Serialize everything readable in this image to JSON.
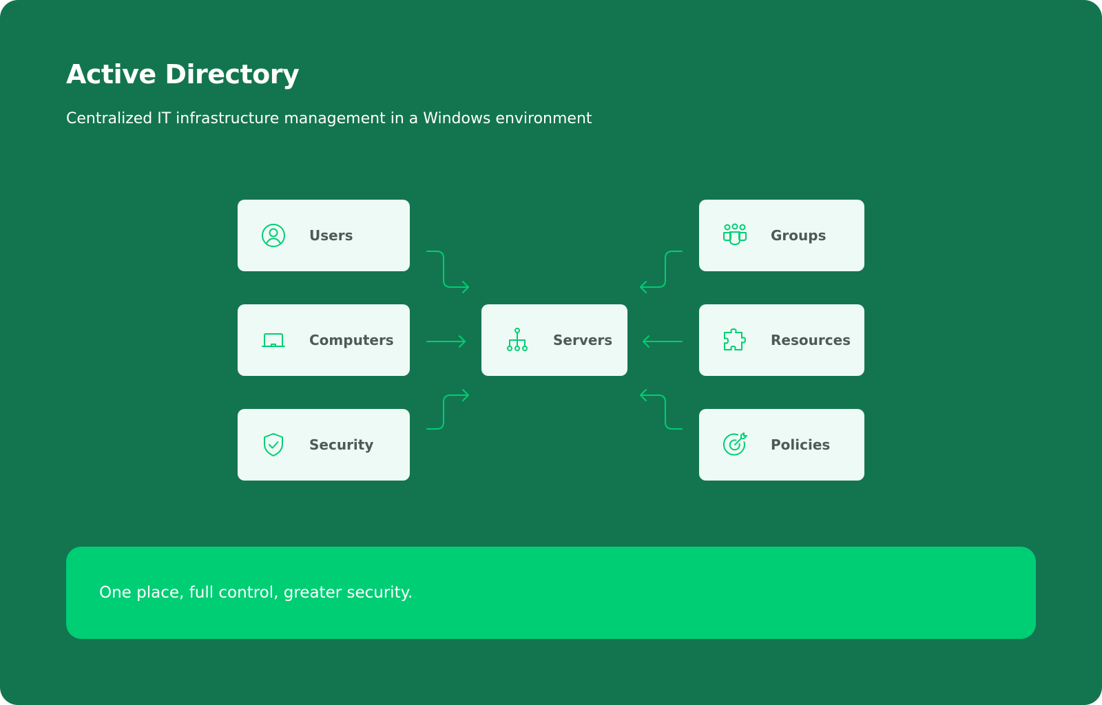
{
  "title": "Active Directory",
  "subtitle": "Centralized IT infrastructure management in a Windows environment",
  "colors": {
    "background": "#13754F",
    "card": "#EEFAF5",
    "accent": "#00CE74",
    "label_text": "#4E5A56"
  },
  "nodes": {
    "users": {
      "label": "Users",
      "icon": "user-circle-icon"
    },
    "computers": {
      "label": "Computers",
      "icon": "laptop-icon"
    },
    "security": {
      "label": "Security",
      "icon": "shield-check-icon"
    },
    "servers": {
      "label": "Servers",
      "icon": "network-hierarchy-icon"
    },
    "groups": {
      "label": "Groups",
      "icon": "group-icon"
    },
    "resources": {
      "label": "Resources",
      "icon": "puzzle-icon"
    },
    "policies": {
      "label": "Policies",
      "icon": "target-icon"
    }
  },
  "edges": [
    {
      "from": "users",
      "to": "servers"
    },
    {
      "from": "computers",
      "to": "servers"
    },
    {
      "from": "security",
      "to": "servers"
    },
    {
      "from": "groups",
      "to": "servers"
    },
    {
      "from": "resources",
      "to": "servers"
    },
    {
      "from": "policies",
      "to": "servers"
    }
  ],
  "banner": {
    "text": "One place, full control, greater security."
  }
}
